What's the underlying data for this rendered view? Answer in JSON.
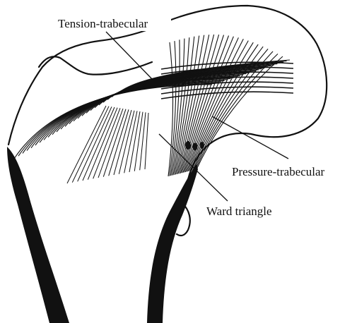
{
  "diagram": {
    "labels": {
      "tension": "Tension-trabecular",
      "pressure": "Pressure-trabecular",
      "ward": "Ward triangle"
    }
  },
  "colors": {
    "ink": "#111111",
    "background": "#ffffff"
  }
}
